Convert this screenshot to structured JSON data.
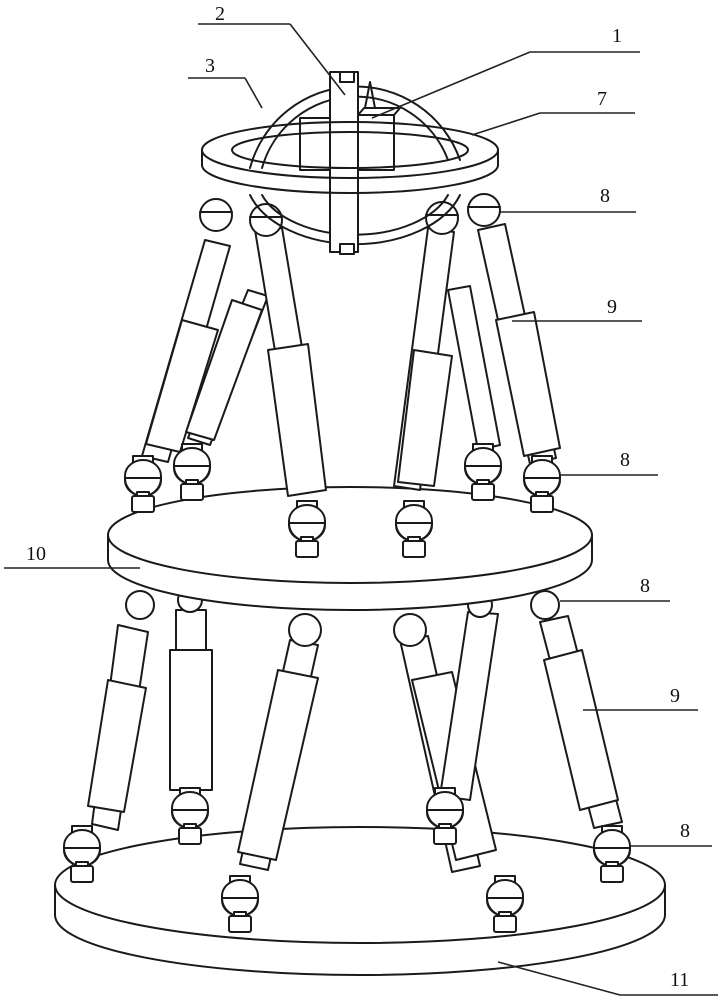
{
  "figure": {
    "description": "Patent line drawing of a two-stage stacked Stewart-platform (parallel hexapod) with a gimbal/gyroscope on top",
    "background": "#ffffff",
    "line_color": "#1a1a1a"
  },
  "labels": [
    {
      "id": "label-1",
      "text": "1",
      "part": "inner rotor block"
    },
    {
      "id": "label-2",
      "text": "2",
      "part": "inner gimbal ring"
    },
    {
      "id": "label-3",
      "text": "3",
      "part": "outer gimbal ring"
    },
    {
      "id": "label-7",
      "text": "7",
      "part": "top ring platform"
    },
    {
      "id": "label-8a",
      "text": "8",
      "part": "ball joint (upper, top stage)"
    },
    {
      "id": "label-9a",
      "text": "9",
      "part": "telescopic leg (top stage)"
    },
    {
      "id": "label-8b",
      "text": "8",
      "part": "ball joint (lower, top stage)"
    },
    {
      "id": "label-10",
      "text": "10",
      "part": "middle platform"
    },
    {
      "id": "label-8c",
      "text": "8",
      "part": "ball joint (upper, bottom stage)"
    },
    {
      "id": "label-9b",
      "text": "9",
      "part": "telescopic leg (bottom stage)"
    },
    {
      "id": "label-8d",
      "text": "8",
      "part": "ball joint (lower, bottom stage)"
    },
    {
      "id": "label-11",
      "text": "11",
      "part": "base platform"
    }
  ]
}
